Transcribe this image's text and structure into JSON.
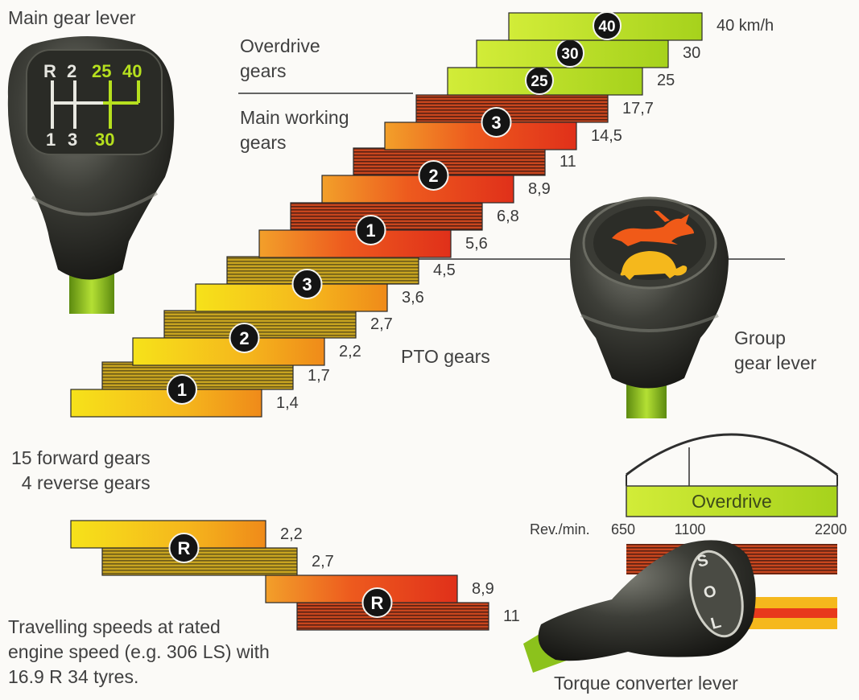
{
  "labels": {
    "main_gear_lever": "Main gear lever",
    "overdrive_gears": "Overdrive\ngears",
    "main_working_gears": "Main working\ngears",
    "pto_gears": "PTO gears",
    "group_gear_lever": "Group\ngear lever",
    "forward_reverse": "15 forward gears\n  4 reverse gears",
    "note": "Travelling speeds at rated\nengine speed (e.g. 306 LS) with\n16.9 R 34 tyres.",
    "torque_converter_lever": "Torque converter lever"
  },
  "shift_pattern": {
    "top": [
      "R",
      "2",
      "25",
      "40"
    ],
    "bottom": [
      "1",
      "3",
      "30"
    ]
  },
  "group_lever_icons": [
    "hare-icon",
    "tortoise-icon"
  ],
  "converter_lever_marks": [
    "S",
    "O",
    "L"
  ],
  "speeds": [
    {
      "gear": "1",
      "range": "PTO",
      "low_label": "1,4",
      "high_label": "1,7",
      "low": 1.4,
      "high": 1.7
    },
    {
      "gear": "2",
      "range": "PTO",
      "low_label": "2,2",
      "high_label": "2,7",
      "low": 2.2,
      "high": 2.7
    },
    {
      "gear": "3",
      "range": "PTO",
      "low_label": "3,6",
      "high_label": "4,5",
      "low": 3.6,
      "high": 4.5
    },
    {
      "gear": "1",
      "range": "Main working",
      "low_label": "5,6",
      "high_label": "6,8",
      "low": 5.6,
      "high": 6.8
    },
    {
      "gear": "2",
      "range": "Main working",
      "low_label": "8,9",
      "high_label": "11",
      "low": 8.9,
      "high": 11
    },
    {
      "gear": "3",
      "range": "Main working",
      "low_label": "14,5",
      "high_label": "17,7",
      "low": 14.5,
      "high": 17.7
    },
    {
      "gear": "25",
      "range": "Overdrive",
      "label": "25",
      "value": 25
    },
    {
      "gear": "30",
      "range": "Overdrive",
      "label": "30",
      "value": 30
    },
    {
      "gear": "40",
      "range": "Overdrive",
      "label": "40 km/h",
      "value": 40
    }
  ],
  "reverse": [
    {
      "gear": "R",
      "low_label": "2,2",
      "high_label": "2,7",
      "low": 2.2,
      "high": 2.7
    },
    {
      "gear": "R",
      "low_label": "8,9",
      "high_label": "11",
      "low": 8.9,
      "high": 11
    }
  ],
  "torque_converter": {
    "band_label": "Overdrive",
    "axis_prefix": "Rev./min.",
    "ticks": [
      "650",
      "1100",
      "2200"
    ]
  },
  "colors": {
    "overdrive": "#bfe020",
    "red": "#e8391c",
    "orange": "#f07a18",
    "yellow": "#f5d81a",
    "lever_green": "#8cc21c",
    "lever_body": "#3a3b36"
  }
}
